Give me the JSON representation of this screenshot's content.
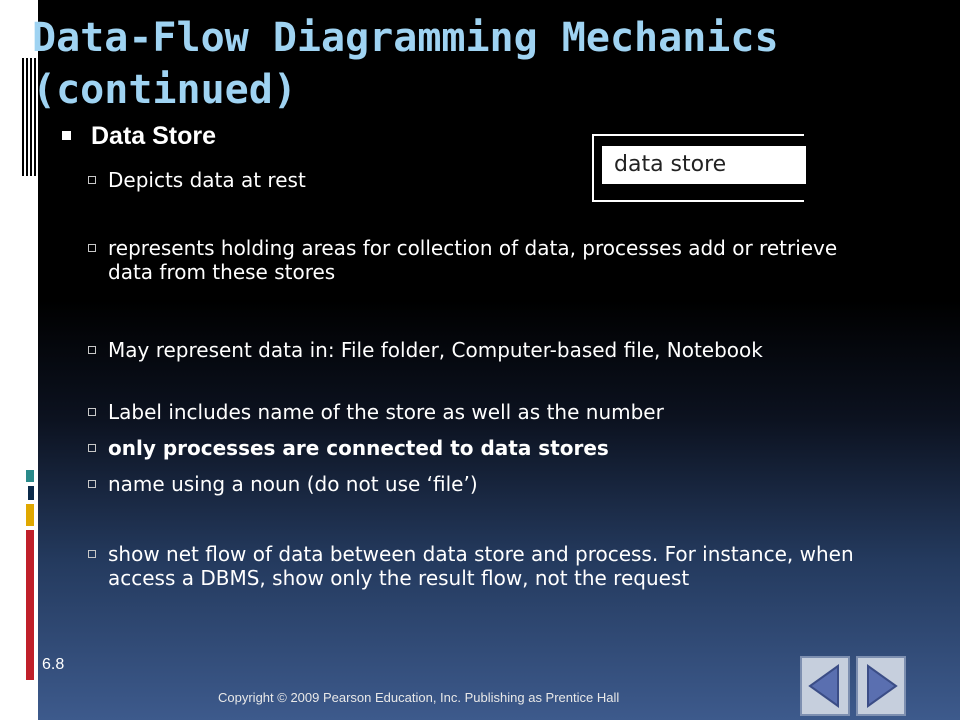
{
  "slide": {
    "title": "Data-Flow Diagramming Mechanics\n(continued)",
    "heading": "Data Store",
    "bullets": [
      {
        "text": "Depicts data at rest",
        "bold": false
      },
      {
        "text": "represents holding areas for collection of data, processes add or retrieve data from these stores",
        "bold": false
      },
      {
        "text": "May represent data in: File folder, Computer-based file, Notebook",
        "bold": false
      },
      {
        "text": "Label includes name of the store as well as the number",
        "bold": false
      },
      {
        "text": "only processes are connected to data stores",
        "bold": true
      },
      {
        "text": "name using a noun (do not use ‘file’)",
        "bold": false
      },
      {
        "text": "show net flow of data between data store and process.  For instance, when access a DBMS, show only the result flow, not the request",
        "bold": false
      }
    ],
    "symbol_label": "data store",
    "slide_number": "6.8",
    "copyright": "Copyright © 2009 Pearson Education, Inc. Publishing as Prentice Hall"
  },
  "nav": {
    "prev_icon": "triangle-left-icon",
    "next_icon": "triangle-right-icon"
  },
  "colors": {
    "title": "#9fd3f2",
    "accent_teal": "#2a8a8a",
    "accent_gold": "#e0a800",
    "accent_red": "#c0202a",
    "nav_bg": "#c6cfdd",
    "nav_arrow": "#5a6fb0"
  }
}
